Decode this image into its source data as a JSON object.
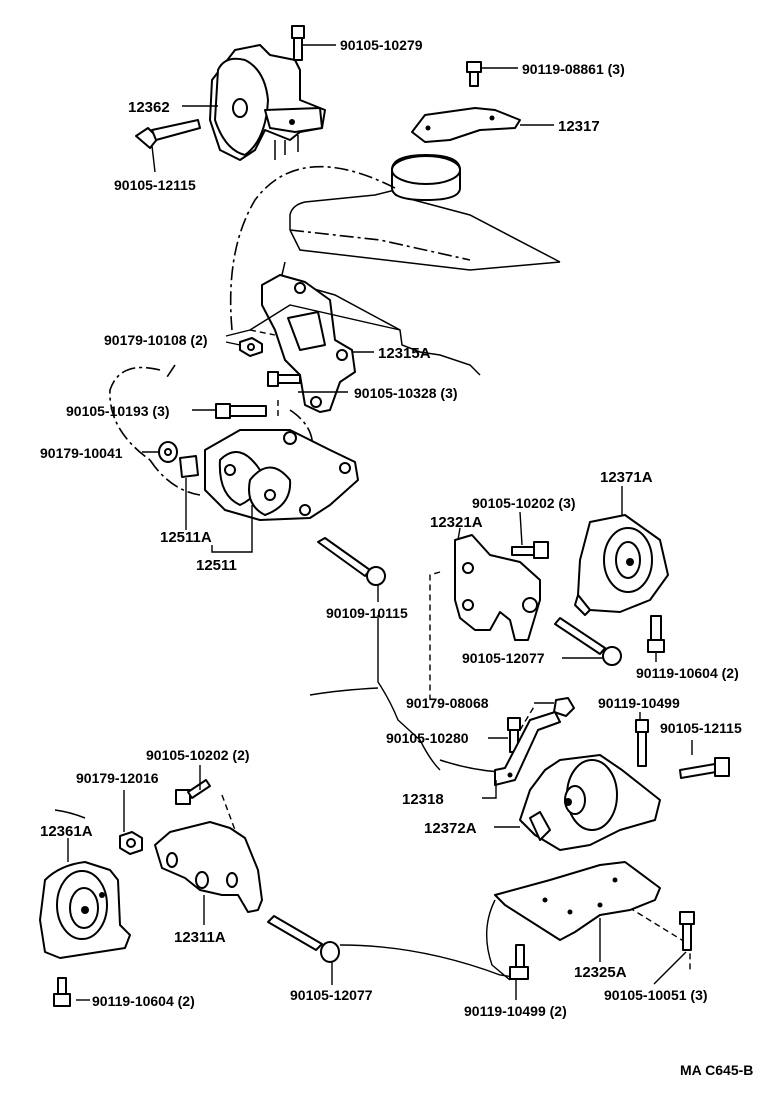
{
  "diagram_code": "MA C645-B",
  "labels": {
    "b_90105_10279": "90105-10279",
    "b_90119_08861": "90119-08861 (3)",
    "p_12362": "12362",
    "p_12317": "12317",
    "b_90105_12115_top": "90105-12115",
    "n_90179_10108": "90179-10108 (2)",
    "p_12315A": "12315A",
    "b_90105_10328": "90105-10328 (3)",
    "b_90105_10193": "90105-10193 (3)",
    "n_90179_10041": "90179-10041",
    "p_12511A": "12511A",
    "p_12511": "12511",
    "p_12371A": "12371A",
    "b_90105_10202_right": "90105-10202 (3)",
    "p_12321A": "12321A",
    "b_90109_10115": "90109-10115",
    "b_90105_12077_right": "90105-12077",
    "b_90119_10604_right": "90119-10604 (2)",
    "n_90179_08068": "90179-08068",
    "b_90119_10499_a": "90119-10499",
    "b_90105_10280": "90105-10280",
    "b_90105_12115_right": "90105-12115",
    "b_90105_10202_left": "90105-10202 (2)",
    "n_90179_12016": "90179-12016",
    "p_12318": "12318",
    "p_12361A": "12361A",
    "p_12372A": "12372A",
    "p_12311A": "12311A",
    "p_12325A": "12325A",
    "b_90119_10604_left": "90119-10604 (2)",
    "b_90105_12077_bottom": "90105-12077",
    "b_90119_10499_b": "90119-10499 (2)",
    "b_90105_10051": "90105-10051 (3)"
  },
  "icons": {
    "bolt": "hex-head-bolt-icon",
    "nut": "hex-nut-icon",
    "insulator": "engine-mount-insulator-icon",
    "bracket": "mounting-bracket-icon"
  },
  "colors": {
    "ink": "#000000",
    "paper": "#ffffff"
  }
}
